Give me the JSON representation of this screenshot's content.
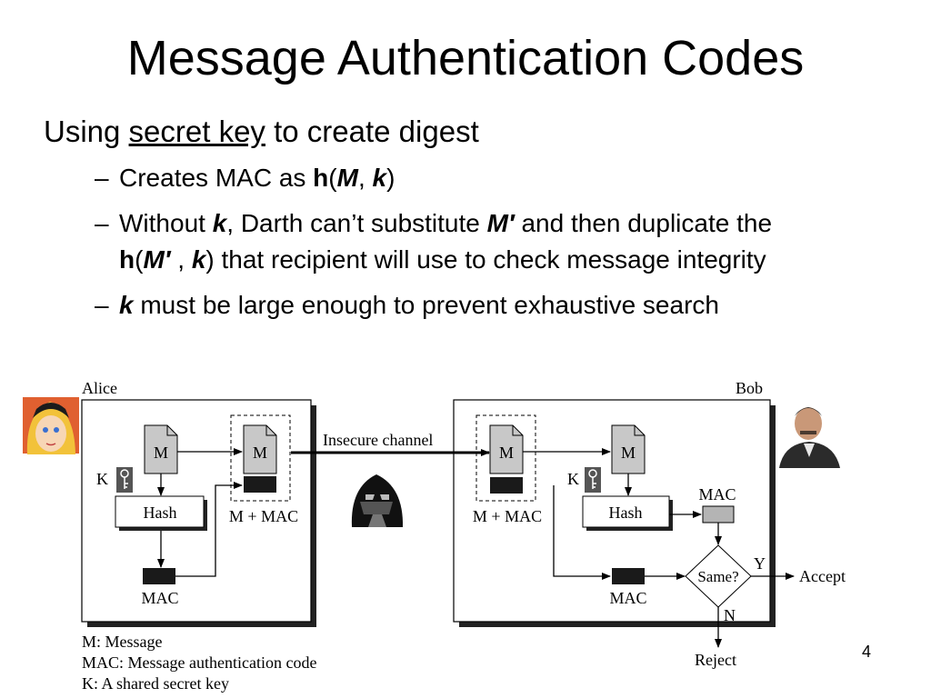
{
  "slide": {
    "title": "Message Authentication Codes",
    "number": "4"
  },
  "bullet": {
    "pre": "Using ",
    "underlined": "secret key",
    "post": " to create digest"
  },
  "subbullets": [
    {
      "dash": "–",
      "a": "Creates MAC as ",
      "h": "h",
      "p1": "(",
      "M": "M",
      "comma": ", ",
      "k": "k",
      "p2": ")"
    },
    {
      "dash": "–",
      "a": "Without ",
      "k": "k",
      "b": ", Darth can’t substitute ",
      "Mp": "M′",
      "c": " and then duplicate the",
      "h": "h",
      "p1": "(",
      "Mp2": "M′",
      "comma": " , ",
      "k2": "k",
      "d": ") that recipient will use to check message integrity"
    },
    {
      "dash": "–",
      "k": "k",
      "a": " must be large enough to prevent exhaustive search"
    }
  ],
  "diagram": {
    "alice": "Alice",
    "bob": "Bob",
    "channel": "Insecure channel",
    "m": "M",
    "k": "K",
    "hash": "Hash",
    "mac": "MAC",
    "m_plus_mac": "M + MAC",
    "same": "Same?",
    "y": "Y",
    "n": "N",
    "accept": "Accept",
    "reject": "Reject",
    "legend": [
      "M: Message",
      "MAC: Message authentication code",
      "K: A shared secret key"
    ]
  },
  "colors": {
    "doc_fill": "#c8c8c8",
    "mac_block": "#1a1a1a",
    "bob_mac_fill": "#b4b4b4",
    "box_shadow": "#222222"
  }
}
